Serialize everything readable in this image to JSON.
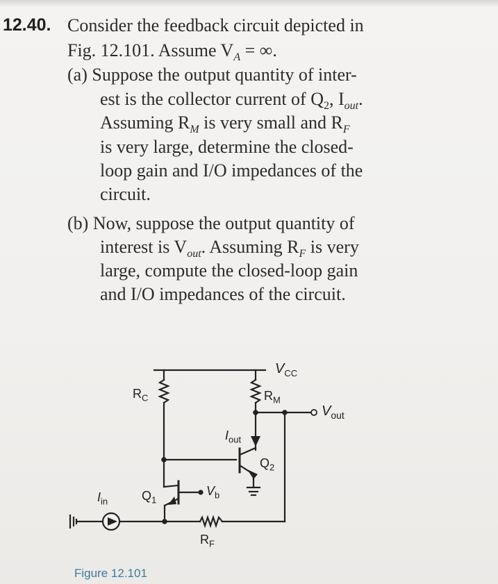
{
  "problem": {
    "number": "12.40.",
    "intro_1": "Consider the feedback circuit depicted in",
    "intro_2": "Fig. 12.101. Assume V",
    "intro_2_sub": "A",
    "intro_2_end": " = ∞.",
    "a_1": "(a) Suppose the output quantity of inter-",
    "a_2": "est is the collector current of Q",
    "a_2_sub": "2",
    "a_2_mid": ", I",
    "a_2_sub2": "out",
    "a_2_end": ".",
    "a_3a": "Assuming R",
    "a_3_sub": "M",
    "a_3b": " is very small and R",
    "a_3_sub2": "F",
    "a_4": "is very large, determine the closed-",
    "a_5": "loop gain and I/O impedances of the",
    "a_6": "circuit.",
    "b_1": "(b) Now, suppose the output quantity of",
    "b_2a": "interest is V",
    "b_2_sub": "out",
    "b_2b": ". Assuming R",
    "b_2_sub2": "F",
    "b_2c": " is very",
    "b_3": "large, compute the closed-loop gain",
    "b_4": "and I/O impedances of the circuit."
  },
  "figure": {
    "caption": "Figure 12.101",
    "labels": {
      "vcc": "V",
      "vcc_sub": "CC",
      "rc": "R",
      "rc_sub": "C",
      "rm": "R",
      "rm_sub": "M",
      "vout": "V",
      "vout_sub": "out",
      "iout": "I",
      "iout_sub": "out",
      "q2": "Q",
      "q2_sub": "2",
      "q1": "Q",
      "q1_sub": "1",
      "vb": "V",
      "vb_sub": "b",
      "iin": "I",
      "iin_sub": "in",
      "rf": "R",
      "rf_sub": "F"
    }
  }
}
